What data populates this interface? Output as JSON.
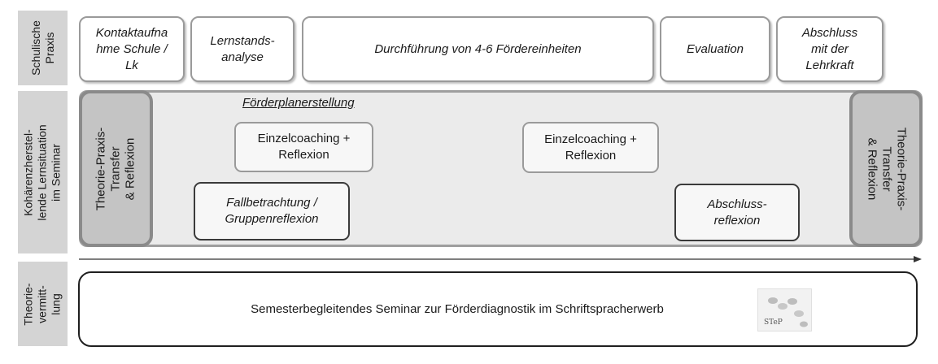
{
  "rows": {
    "schulische_praxis": [
      "Schulische",
      "Praxis"
    ],
    "seminar_coherence": [
      "Kohärenzherstel-",
      "lende Lernsituation",
      "im Seminar"
    ],
    "theorie": [
      "Theorie-",
      "vermitt-",
      "lung"
    ]
  },
  "school_boxes": {
    "kontakt": [
      "Kontaktaufna",
      "hme Schule /",
      "Lk"
    ],
    "lernstand": [
      "Lernstands-",
      "analyse"
    ],
    "durchfuehrung": "Durchführung von 4-6 Fördereinheiten",
    "evaluation": "Evaluation",
    "abschluss": [
      "Abschluss",
      "mit der",
      "Lehrkraft"
    ]
  },
  "seminar_band": {
    "left_block": [
      "Theorie-Praxis-",
      "Transfer",
      "& Reflexion"
    ],
    "right_block": [
      "Theorie-Praxis-",
      "Transfer",
      "& Reflexion"
    ],
    "foerderplan": "Förderplanerstellung",
    "coaching_1": [
      "Einzelcoaching +",
      "Reflexion"
    ],
    "coaching_2": [
      "Einzelcoaching +",
      "Reflexion"
    ],
    "fallbetrachtung": [
      "Fallbetrachtung /",
      "Gruppenreflexion"
    ],
    "abschlussreflexion": [
      "Abschluss-",
      "reflexion"
    ]
  },
  "seminar_box": {
    "text": "Semesterbegleitendes Seminar zur Förderdiagnostik im Schriftspracherwerb",
    "logo_text": "STeP"
  },
  "colors": {
    "label_bg": "#d4d4d4",
    "band_bg": "#ebebeb",
    "side_block_bg": "#c4c4c4",
    "box_border": "#9a9a9a",
    "dark_border": "#3a3a3a"
  }
}
